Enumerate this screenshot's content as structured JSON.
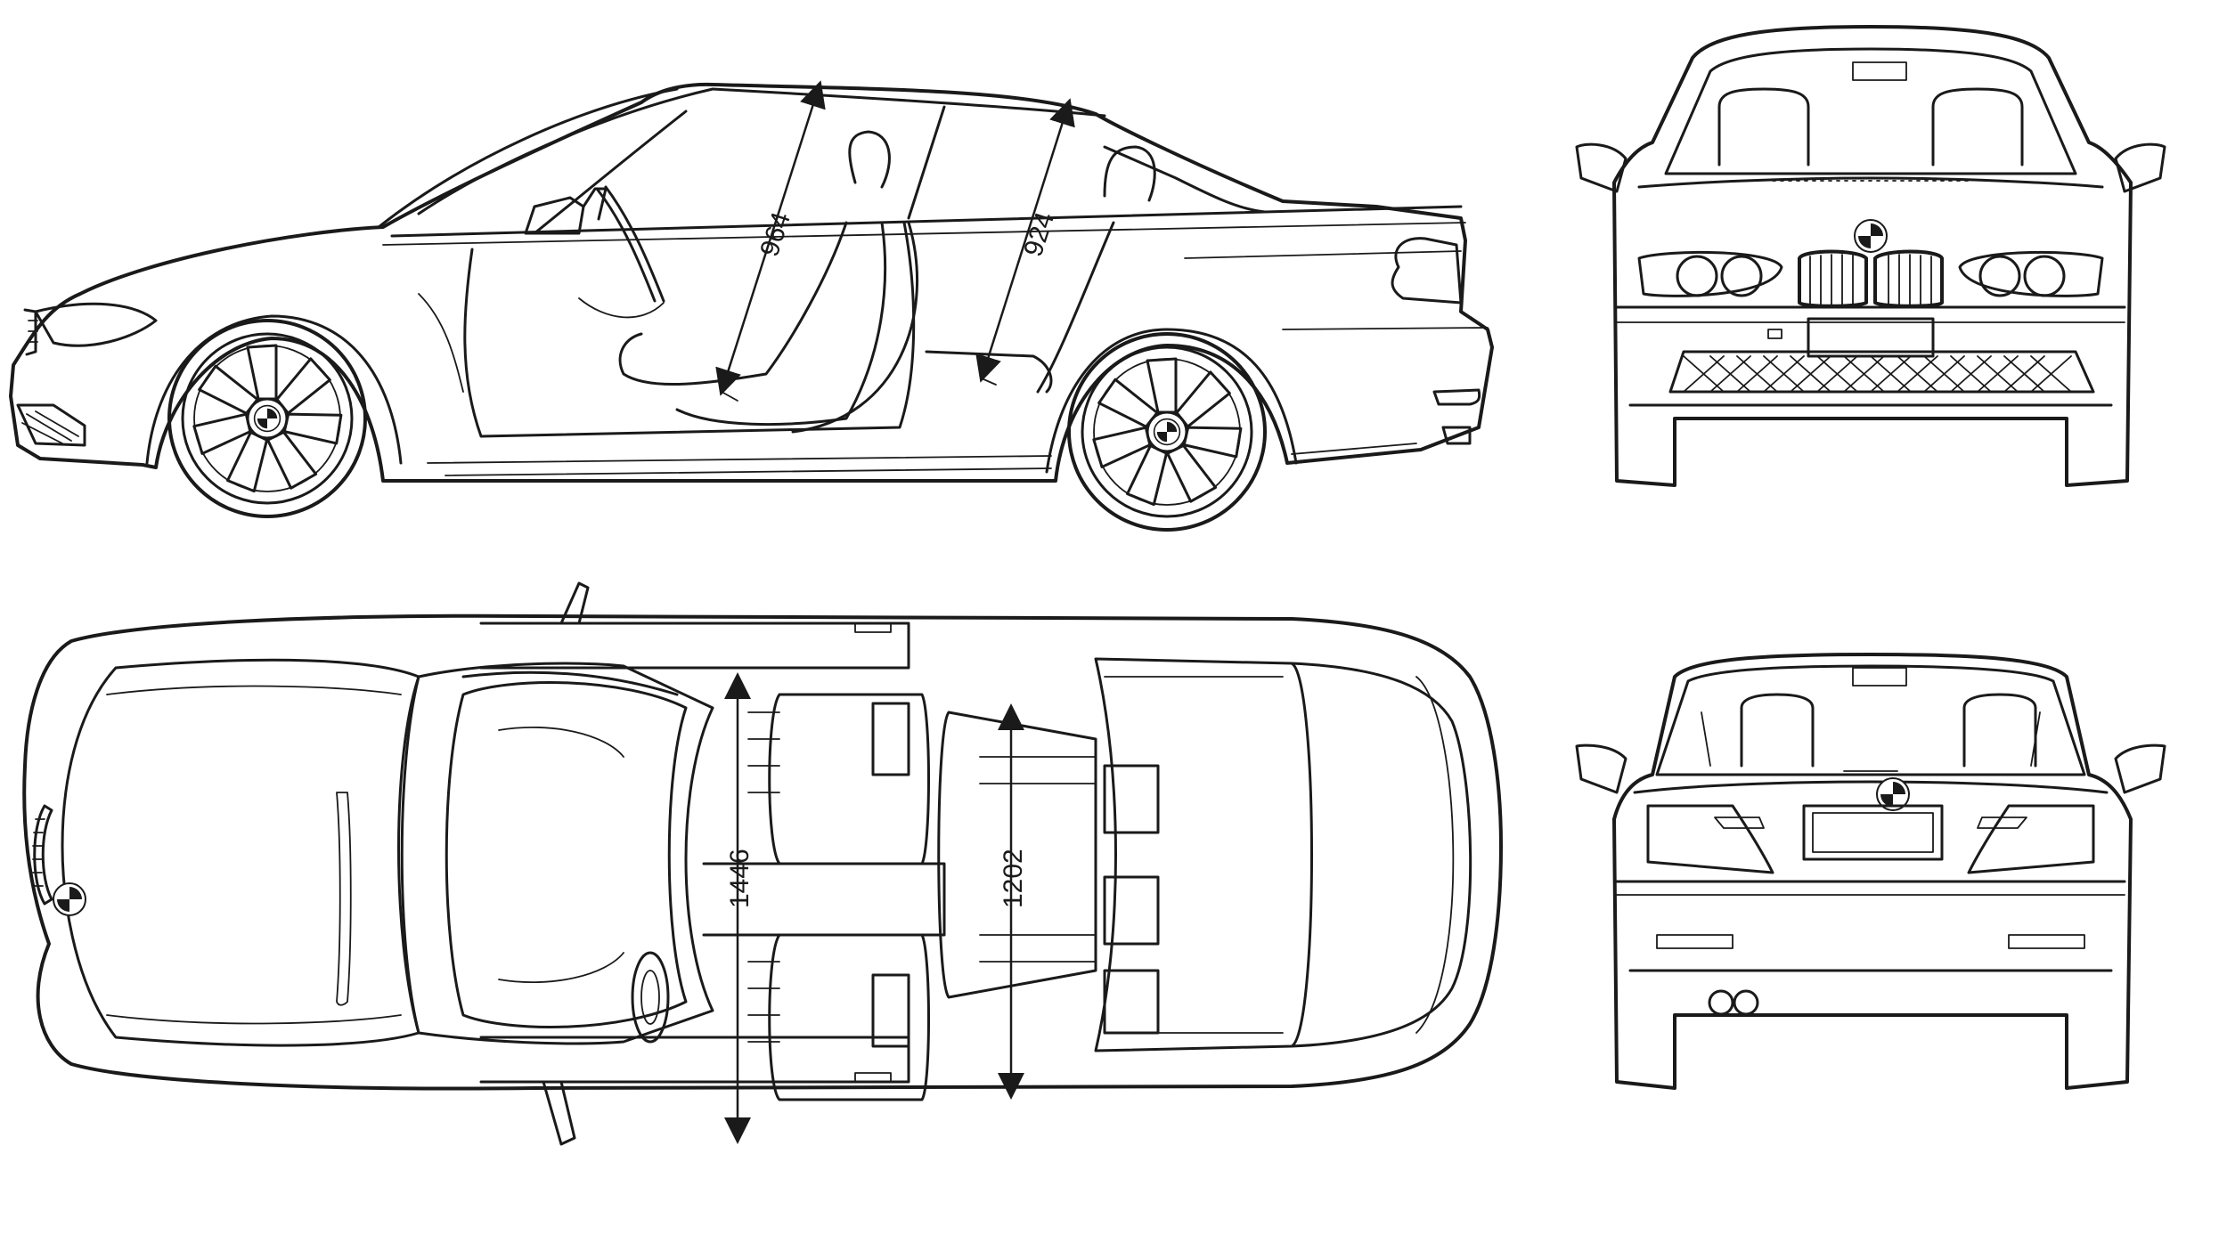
{
  "dimensions": {
    "side_front_headroom": "964",
    "side_rear_headroom": "924",
    "top_front_shoulder_width": "1446",
    "top_rear_shoulder_width": "1202"
  },
  "colors": {
    "line": "#1a1a1a",
    "background": "#ffffff"
  },
  "icons": [
    "bmw-roundel-icon",
    "steering-wheel-icon",
    "wheel-rim-icon"
  ]
}
